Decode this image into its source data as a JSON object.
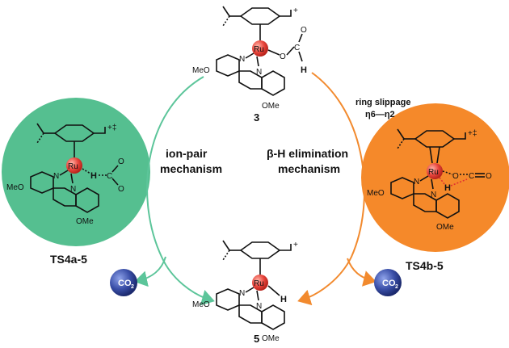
{
  "labels": {
    "compound_top": "3",
    "compound_bottom": "5",
    "ts_left": "TS4a-5",
    "ts_right": "TS4b-5",
    "mech_left_line1": "ion-pair",
    "mech_left_line2": "mechanism",
    "mech_right_line1": "β-H elimination",
    "mech_right_line2": "mechanism",
    "ring_slippage": "ring slippage",
    "hapticity": "η6—η2",
    "co2": "CO",
    "co2_sub": "2"
  },
  "atoms": {
    "ru": "Ru",
    "n": "N",
    "o": "O",
    "c": "C",
    "h": "H",
    "meo": "MeO",
    "ome": "OMe",
    "charge_plus": "+",
    "charge_ts": "+‡"
  },
  "colors": {
    "left_pathway": "#5cc59a",
    "right_pathway": "#f28a2e",
    "left_ts_fill": "#55bf90",
    "right_ts_fill": "#f5892a",
    "ru_sphere": "#e8453c",
    "hydride": "#e03030",
    "co2_sphere": "#3a4fa8"
  }
}
